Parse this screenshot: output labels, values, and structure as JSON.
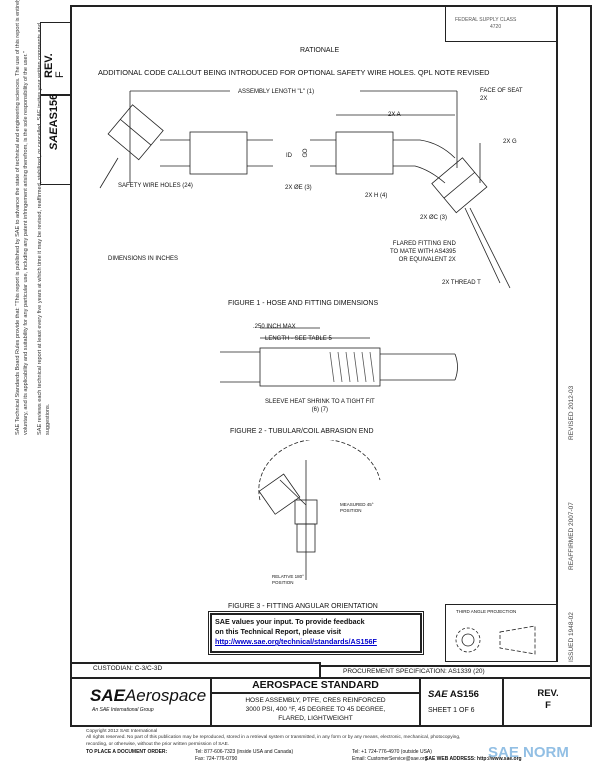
{
  "side": {
    "rev_label": "REV.",
    "rev": "F",
    "doc": "AS156",
    "sae_logo": "SAE",
    "disclaimer": [
      "SAE Technical Standards Board Rules provide that: \"This report is published by SAE to advance the state of technical and engineering sciences. The use of this report is entirely",
      "voluntary, and its applicability and suitability for any particular use, including any patent infringement arising therefrom, is the sole responsibility of the user.\"",
      "SAE reviews each technical report at least every five years at which time it may be revised, reaffirmed, stabilized, or cancelled. SAE invites your written comments and",
      "suggestions."
    ]
  },
  "header": {
    "fed_supply": "FEDERAL SUPPLY CLASS",
    "fsc": "4720",
    "rationale_title": "RATIONALE",
    "rationale": "ADDITIONAL CODE CALLOUT BEING INTRODUCED FOR OPTIONAL SAFETY WIRE HOLES. QPL NOTE REVISED"
  },
  "figure1": {
    "assembly_length": "ASSEMBLY LENGTH \"L\" (1)",
    "face_of_seat": "FACE OF SEAT",
    "face_2x": "2X",
    "dim_a": "2X A",
    "dim_g": "2X G",
    "id": "ID",
    "od": "OD",
    "od_note": "2X ØE (3)",
    "safety": "SAFETY WIRE HOLES (24)",
    "hex": "2X H (4)",
    "dia_c": "2X ØC (3)",
    "flared": [
      "FLARED FITTING END",
      "TO MATE WITH AS4395",
      "OR EQUIVALENT 2X"
    ],
    "thread": "2X THREAD T",
    "dims": "DIMENSIONS IN INCHES",
    "caption": "FIGURE 1 - HOSE AND FITTING DIMENSIONS"
  },
  "figure2": {
    "max": ".250 INCH MAX",
    "length": "LENGTH - SEE TABLE 5",
    "sleeve": [
      "SLEEVE HEAT SHRINK TO A TIGHT FIT",
      "(6) (7)"
    ],
    "caption": "FIGURE 2 - TUBULAR/COIL ABRASION END"
  },
  "figure3": {
    "pos1": [
      "MEASURED 45°",
      "POSITION"
    ],
    "pos2": [
      "RELATIVE 180°",
      "POSITION"
    ],
    "caption": "FIGURE 3 - FITTING ANGULAR ORIENTATION"
  },
  "feedback": {
    "line1": "SAE values your input. To provide feedback",
    "line2": "on this Technical Report, please visit",
    "url": "http://www.sae.org/technical/standards/AS156F"
  },
  "projection": "THIRD ANGLE PROJECTION",
  "dates": {
    "issued": "ISSUED 1948-02",
    "reaffirmed": "REAFFIRMED 2007-07",
    "revised": "REVISED 2012-03"
  },
  "titleblock": {
    "custodian": "CUSTODIAN: C-3/C-3D",
    "procurement": "PROCUREMENT SPECIFICATION: AS1339 (20)",
    "brand": "Aerospace",
    "brand_sae": "SAE",
    "brand_sub": "An SAE International Group",
    "standard": "AEROSPACE STANDARD",
    "title": [
      "HOSE ASSEMBLY, PTFE, CRES REINFORCED",
      "3000 PSI, 400 °F, 45 DEGREE TO 45 DEGREE,",
      "FLARED, LIGHTWEIGHT"
    ],
    "doc": "AS156",
    "sheet": "SHEET 1 OF 6",
    "rev_label": "REV.",
    "rev": "F"
  },
  "footer": {
    "copyright": "Copyright 2012 SAE International",
    "rights": "All rights reserved. No part of this publication may be reproduced, stored in a retrieval system or transmitted, in any form or by any means, electronic, mechanical, photocopying,",
    "rights2": "recording, or otherwise, without the prior written permission of SAE.",
    "order": "TO PLACE A DOCUMENT ORDER:",
    "tel1": "Tel: 877-606-7323 (inside USA and Canada)",
    "fax": "Fax: 724-776-0790",
    "tel2": "Tel: +1 724-776-4970 (outside USA)",
    "email": "Email: CustomerService@sae.org",
    "web": "SAE WEB ADDRESS: http://www.sae.org",
    "watermark": "SAE NORM"
  }
}
